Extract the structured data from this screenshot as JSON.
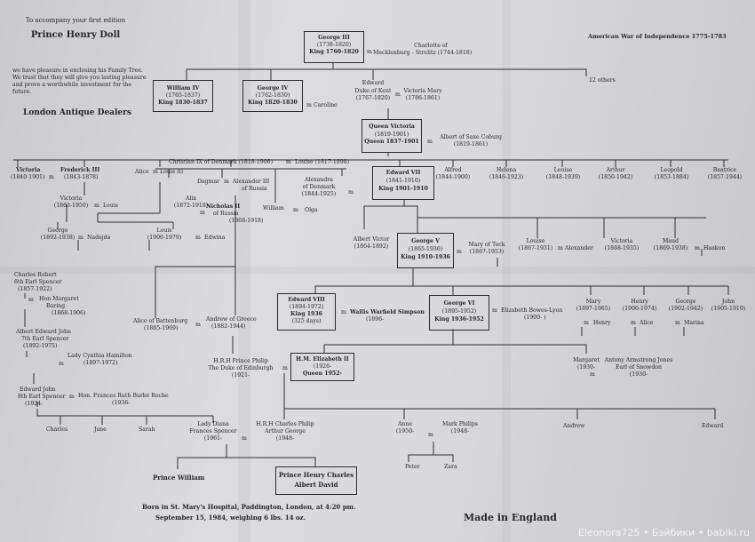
{
  "intro": {
    "line1": "To accompany your first edition",
    "title": "Prince Henry Doll",
    "p1": "we have pleasure in enclosing his Family Tree.",
    "p2": "We trust that they will give you lasting pleasure",
    "p3": "and prove a worthwhile investment for the",
    "p4": "future.",
    "dealer": "London Antique Dealers"
  },
  "header_note": "American War of Independence 1775-1783",
  "george3": {
    "name": "George III",
    "dates": "(1738-1820)",
    "reign": "King 1760-1820",
    "spouse1": "Charlotte of",
    "spouse2": "Mecklenburg - Strelitz (1744-1818)"
  },
  "others": "12 others",
  "william4": {
    "name": "William IV",
    "dates": "(1765-1837)",
    "reign": "King 1830-1837"
  },
  "george4": {
    "name": "George IV",
    "dates": "(1762-1830)",
    "reign": "King 1820-1830",
    "spouse": "Caroline"
  },
  "edward_kent": {
    "l1": "Edward",
    "l2": "Duke of Kent",
    "l3": "(1767-1820)",
    "spouse": "Victoria Mary",
    "spouse_dates": "(1786-1861)"
  },
  "victoria": {
    "name": "Queen Victoria",
    "dates": "(1819-1901)",
    "reign": "Queen 1837-1901",
    "spouse": "Albert of Saxe Coburg",
    "spouse_dates": "(1819-1861)"
  },
  "christian": "Christian IX of Denmark (1818-1906)",
  "louise_dk": "Louise (1817-1898)",
  "row2": {
    "victoria": "Victoria",
    "victoria_d": "(1840-1901)",
    "frederick": "Frederick III",
    "frederick_d": "(1843-1878)",
    "alice": "Alice",
    "louis": "Louis III",
    "dagmar": "Dagmar",
    "alexander3": "Alexander III",
    "alexander3_b": "of Russia",
    "alexandra": "Alexandra",
    "alexandra_b": "of Denmark",
    "alexandra_d": "(1844-1925)",
    "alfred": "Alfred",
    "alfred_d": "(1844-1900)",
    "helena": "Helena",
    "helena_d": "(1846-1923)",
    "louise": "Louise",
    "louise_d": "(1848-1939)",
    "arthur": "Arthur",
    "arthur_d": "(1850-1942)",
    "leopold": "Leopold",
    "leopold_d": "(1853-1884)",
    "beatrice": "Beatrice",
    "beatrice_d": "(1857-1944)"
  },
  "edward7": {
    "name": "Edward VII",
    "dates": "(1841-1910)",
    "reign": "King 1901-1910"
  },
  "row3": {
    "victoria2": "Victoria",
    "victoria2_d": "(1863-1950)",
    "louis2": "Louis",
    "alix": "Alix",
    "alix_d": "(1872-1918)",
    "nicholas": "Nicholas II",
    "nicholas_b": "of Russia",
    "nicholas_d": "(1868-1918)",
    "william": "William",
    "olga": "Olga",
    "george": "George",
    "george_d": "(1892-1938)",
    "nadejda": "Nadejda",
    "louis3": "Louis",
    "louis3_d": "(1900-1979)",
    "edwina": "Edwina"
  },
  "albert_victor": {
    "name": "Albert Victor",
    "dates": "(1864-1892)"
  },
  "george5": {
    "name": "George V",
    "dates": "(1865-1936)",
    "reign": "King 1910-1936"
  },
  "mary_teck": {
    "name": "Mary of Teck",
    "dates": "(1867-1953)"
  },
  "row4": {
    "louise": "Louise",
    "louise_d": "(1867-1931)",
    "alexander": "Alexander",
    "victoria": "Victoria",
    "victoria_d": "(1868-1935)",
    "maud": "Maud",
    "maud_d": "(1869-1938)",
    "haakon": "Haakon"
  },
  "spencer": {
    "cr1": "Charles Robert",
    "cr2": "6th Earl Spencer",
    "cr3": "(1857-1922)",
    "mb1": "Hon Margaret",
    "mb2": "Baring",
    "mb3": "(1868-1906)",
    "ae1": "Albert Edward John",
    "ae2": "7th Earl Spencer",
    "ae3": "(1892-1975)",
    "ch1": "Lady Cynthia Hamilton",
    "ch2": "(1897-1972)",
    "ej1": "Edward John",
    "ej2": "8th Earl Spencer",
    "ej3": "(1924-",
    "fr1": "Hon. Frances Ruth Burke Roche",
    "fr2": "(1936-"
  },
  "alice_b": {
    "name": "Alice of Battenburg",
    "dates": "(1885-1969)"
  },
  "andrew_g": {
    "name": "Andrew of Greece",
    "dates": "(1882-1944)"
  },
  "edward8": {
    "name": "Edward VIII",
    "dates": "(1894-1972)",
    "reign": "King 1936",
    "days": "(325 days)",
    "spouse": "Wallis Warfield Simpson",
    "spouse_d": "(1896-"
  },
  "george6": {
    "name": "George VI",
    "dates": "(1895-1952)",
    "reign": "King 1936-1952",
    "spouse": "Elizabeth Bowes-Lyon",
    "spouse_d": "(1900- )"
  },
  "row5": {
    "mary": "Mary",
    "mary_d": "(1897-1965)",
    "henry": "Henry",
    "henry_d": "(1900-1974)",
    "george": "George",
    "george_d": "(1902-1942)",
    "john": "John",
    "john_d": "(1905-1919)",
    "henry2": "Henry",
    "alice": "Alice",
    "marina": "Marina"
  },
  "philip": {
    "l1": "H.R.H Prince Philip",
    "l2": "The Duke of Edinburgh",
    "l3": "(1921-"
  },
  "elizabeth2": {
    "name": "H.M. Elizabeth II",
    "dates": "(1926-",
    "reign": "Queen 1952-"
  },
  "margaret": {
    "name": "Margaret",
    "dates": "(1930-",
    "s1": "Antony Armstrong Jones",
    "s2": "Earl of Snowdon",
    "s3": "(1930-"
  },
  "row6": {
    "charles_s": "Charles",
    "jane": "Jane",
    "sarah": "Sarah",
    "diana1": "Lady Diana",
    "diana2": "Frances Spencer",
    "diana3": "(1961-",
    "pc1": "H.R.H Charles Philip",
    "pc2": "Arthur George",
    "pc3": "(1948-",
    "anne": "Anne",
    "anne_d": "(1950-",
    "mark": "Mark Philips",
    "mark_d": "(1948-",
    "andrew": "Andrew",
    "edward": "Edward"
  },
  "william_p": "Prince William",
  "henry_box": {
    "l1": "Prince Henry Charles",
    "l2": "Albert David"
  },
  "peter": "Peter",
  "zara": "Zara",
  "birth1": "Born in St. Mary's Hospital, Paddington, London, at 4:20 pm.",
  "birth2": "September 15, 1984, weighing 6 lbs. 14 oz.",
  "made_in": "Made in England",
  "m": "m",
  "watermark": "Eleonora725 • Бэйбики • babiki.ru"
}
